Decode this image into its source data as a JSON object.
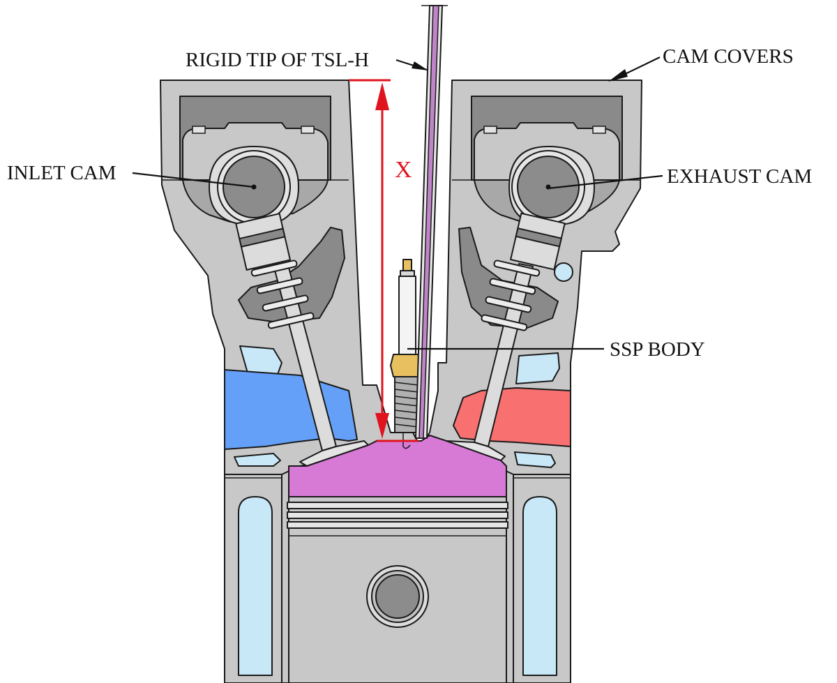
{
  "labels": {
    "rigid_tip": "RIGID TIP OF TSL-H",
    "cam_covers": "CAM COVERS",
    "inlet_cam": "INLET CAM",
    "exhaust_cam": "EXHAUST CAM",
    "ssp_body": "SSP BODY",
    "dimension_x": "X"
  },
  "colors": {
    "head_grey": "#c8c8c8",
    "dark_grey": "#8a8a8a",
    "mid_grey": "#a8a8a8",
    "coolant_blue": "#c8e8f8",
    "inlet_port": "#64a0f8",
    "exhaust_port": "#f87070",
    "combustion_chamber": "#d67ad6",
    "dimension_red": "#e0141e",
    "probe_purple": "#c084c8",
    "spark_plug_gold": "#e8c060"
  }
}
